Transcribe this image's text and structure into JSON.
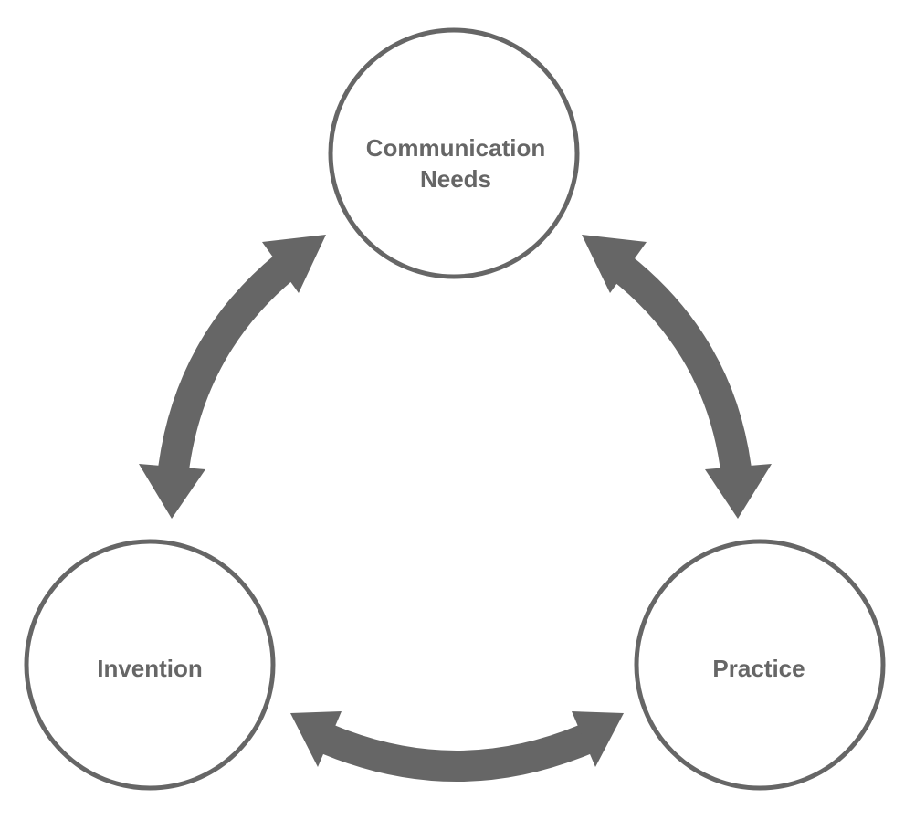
{
  "diagram": {
    "nodes": {
      "top": {
        "line1": "Communication",
        "line2": "Needs"
      },
      "left": {
        "label": "Invention"
      },
      "right": {
        "label": "Practice"
      }
    },
    "colors": {
      "stroke": "#666666",
      "fill": "#ffffff",
      "text": "#666666",
      "arrow": "#666666"
    },
    "arrows": [
      {
        "from": "top",
        "to": "left",
        "direction": "bidirectional"
      },
      {
        "from": "top",
        "to": "right",
        "direction": "bidirectional"
      },
      {
        "from": "left",
        "to": "right",
        "direction": "bidirectional"
      }
    ]
  }
}
